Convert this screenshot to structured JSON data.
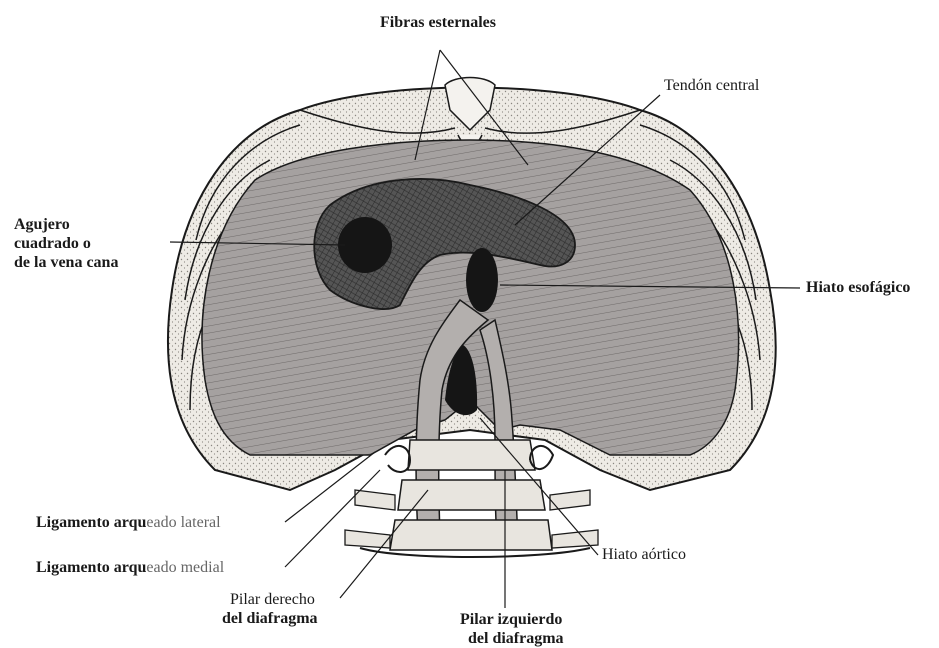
{
  "labels": {
    "fibras_esternales": "Fibras esternales",
    "tendon_central": "Tendón central",
    "agujero_l1": "Agujero",
    "agujero_l2": "cuadrado o",
    "agujero_l3": "de la vena cana",
    "hiato_esofagico": "Hiato esofágico",
    "lig_lateral_bold": "Ligamento arqu",
    "lig_lateral_rest": "eado lateral",
    "lig_medial_bold": "Ligamento arqu",
    "lig_medial_rest": "eado medial",
    "pilar_derecho_l1": "Pilar derecho",
    "pilar_derecho_l2": "del diafragma",
    "hiato_aortico": "Hiato aórtico",
    "pilar_izquierdo_l1": "Pilar izquierdo",
    "pilar_izquierdo_l2": "del diafragma"
  },
  "colors": {
    "ink": "#1a1a1a",
    "muscle": "#9a9696",
    "tendon": "#4a4a4a",
    "hole": "#151515",
    "rib": "#f4f2ee",
    "stipple": "#d9d6d0"
  }
}
